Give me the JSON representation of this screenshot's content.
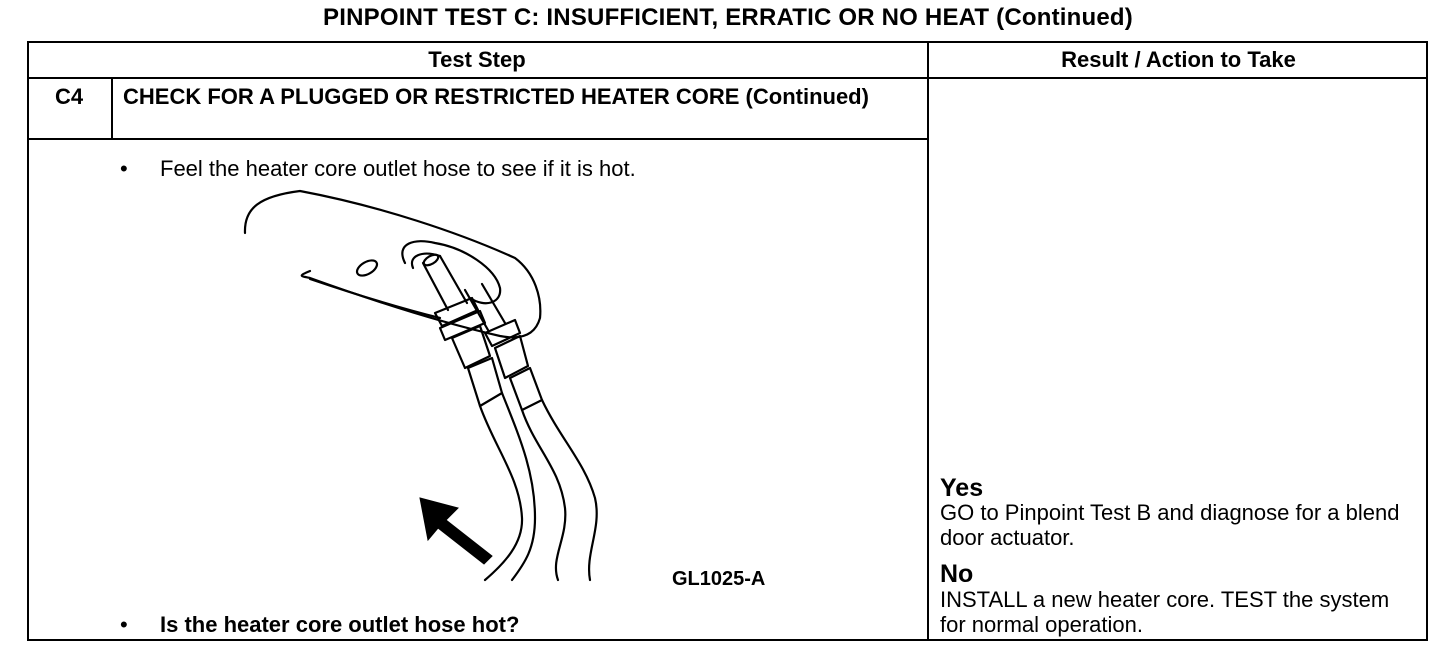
{
  "title": "PINPOINT TEST  C: INSUFFICIENT, ERRATIC OR NO HEAT (Continued)",
  "table": {
    "headers": {
      "test_step": "Test Step",
      "result": "Result / Action to Take"
    },
    "step": {
      "id": "C4",
      "title": "CHECK FOR A PLUGGED OR RESTRICTED HEATER CORE (Continued)",
      "bullet_glyph": "•",
      "instruction": "Feel the heater core outlet hose to see if it is hot.",
      "figure_code": "GL1025-A",
      "question": "Is the heater core outlet hose hot?"
    },
    "results": [
      {
        "label": "Yes",
        "action": "GO to Pinpoint Test B and diagnose for a blend door actuator."
      },
      {
        "label": "No",
        "action": "INSTALL a new heater core. TEST the system for normal operation."
      }
    ]
  }
}
